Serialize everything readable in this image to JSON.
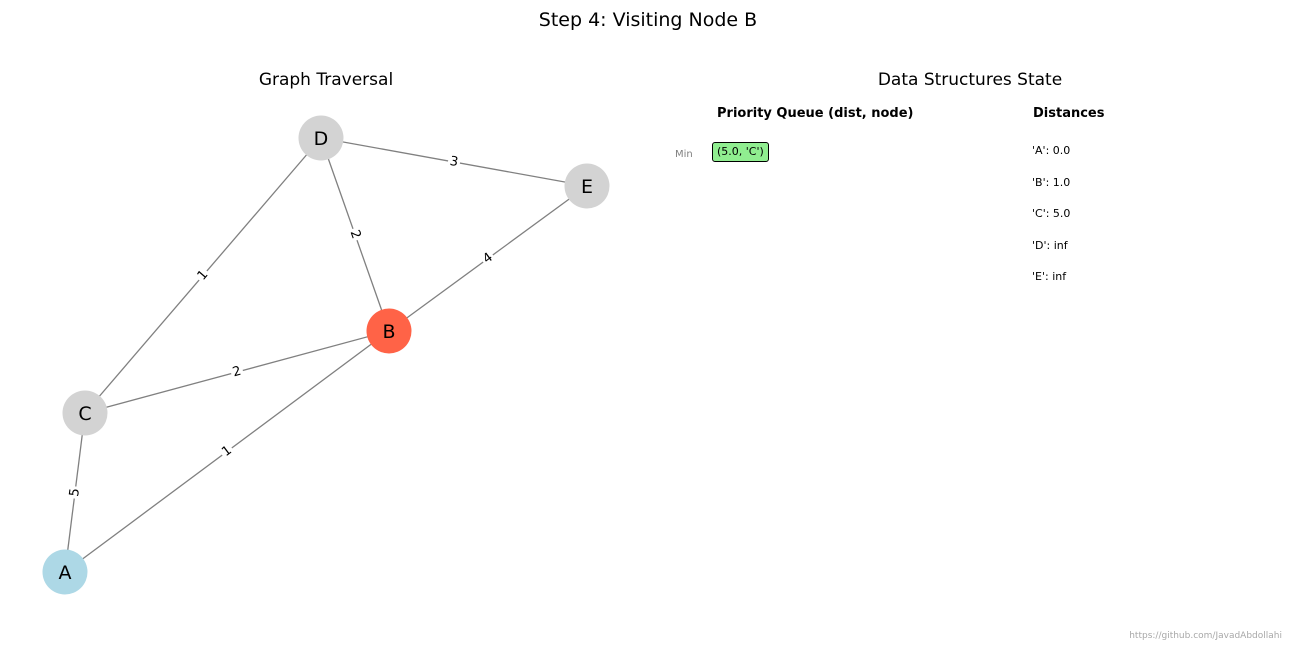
{
  "title": "Step 4: Visiting Node B",
  "graph": {
    "title": "Graph Traversal",
    "nodes": [
      {
        "id": "A",
        "state": "visited"
      },
      {
        "id": "B",
        "state": "current"
      },
      {
        "id": "C",
        "state": "unvisited"
      },
      {
        "id": "D",
        "state": "unvisited"
      },
      {
        "id": "E",
        "state": "unvisited"
      }
    ],
    "edges": [
      {
        "from": "A",
        "to": "C",
        "weight": "5"
      },
      {
        "from": "A",
        "to": "B",
        "weight": "1"
      },
      {
        "from": "C",
        "to": "B",
        "weight": "2"
      },
      {
        "from": "C",
        "to": "D",
        "weight": "1"
      },
      {
        "from": "D",
        "to": "B",
        "weight": "2"
      },
      {
        "from": "D",
        "to": "E",
        "weight": "3"
      },
      {
        "from": "B",
        "to": "E",
        "weight": "4"
      }
    ],
    "colors": {
      "current": "#ff6347",
      "visited": "#add8e6",
      "unvisited": "#d3d3d3",
      "edge": "#808080"
    }
  },
  "data_structures": {
    "title": "Data Structures State",
    "priority_queue": {
      "header": "Priority Queue (dist, node)",
      "min_label": "Min",
      "items": [
        "(5.0, 'C')"
      ]
    },
    "distances": {
      "header": "Distances",
      "items": [
        "'A': 0.0",
        "'B': 1.0",
        "'C': 5.0",
        "'D': inf",
        "'E': inf"
      ]
    }
  },
  "watermark": "https://github.com/JavadAbdollahi"
}
